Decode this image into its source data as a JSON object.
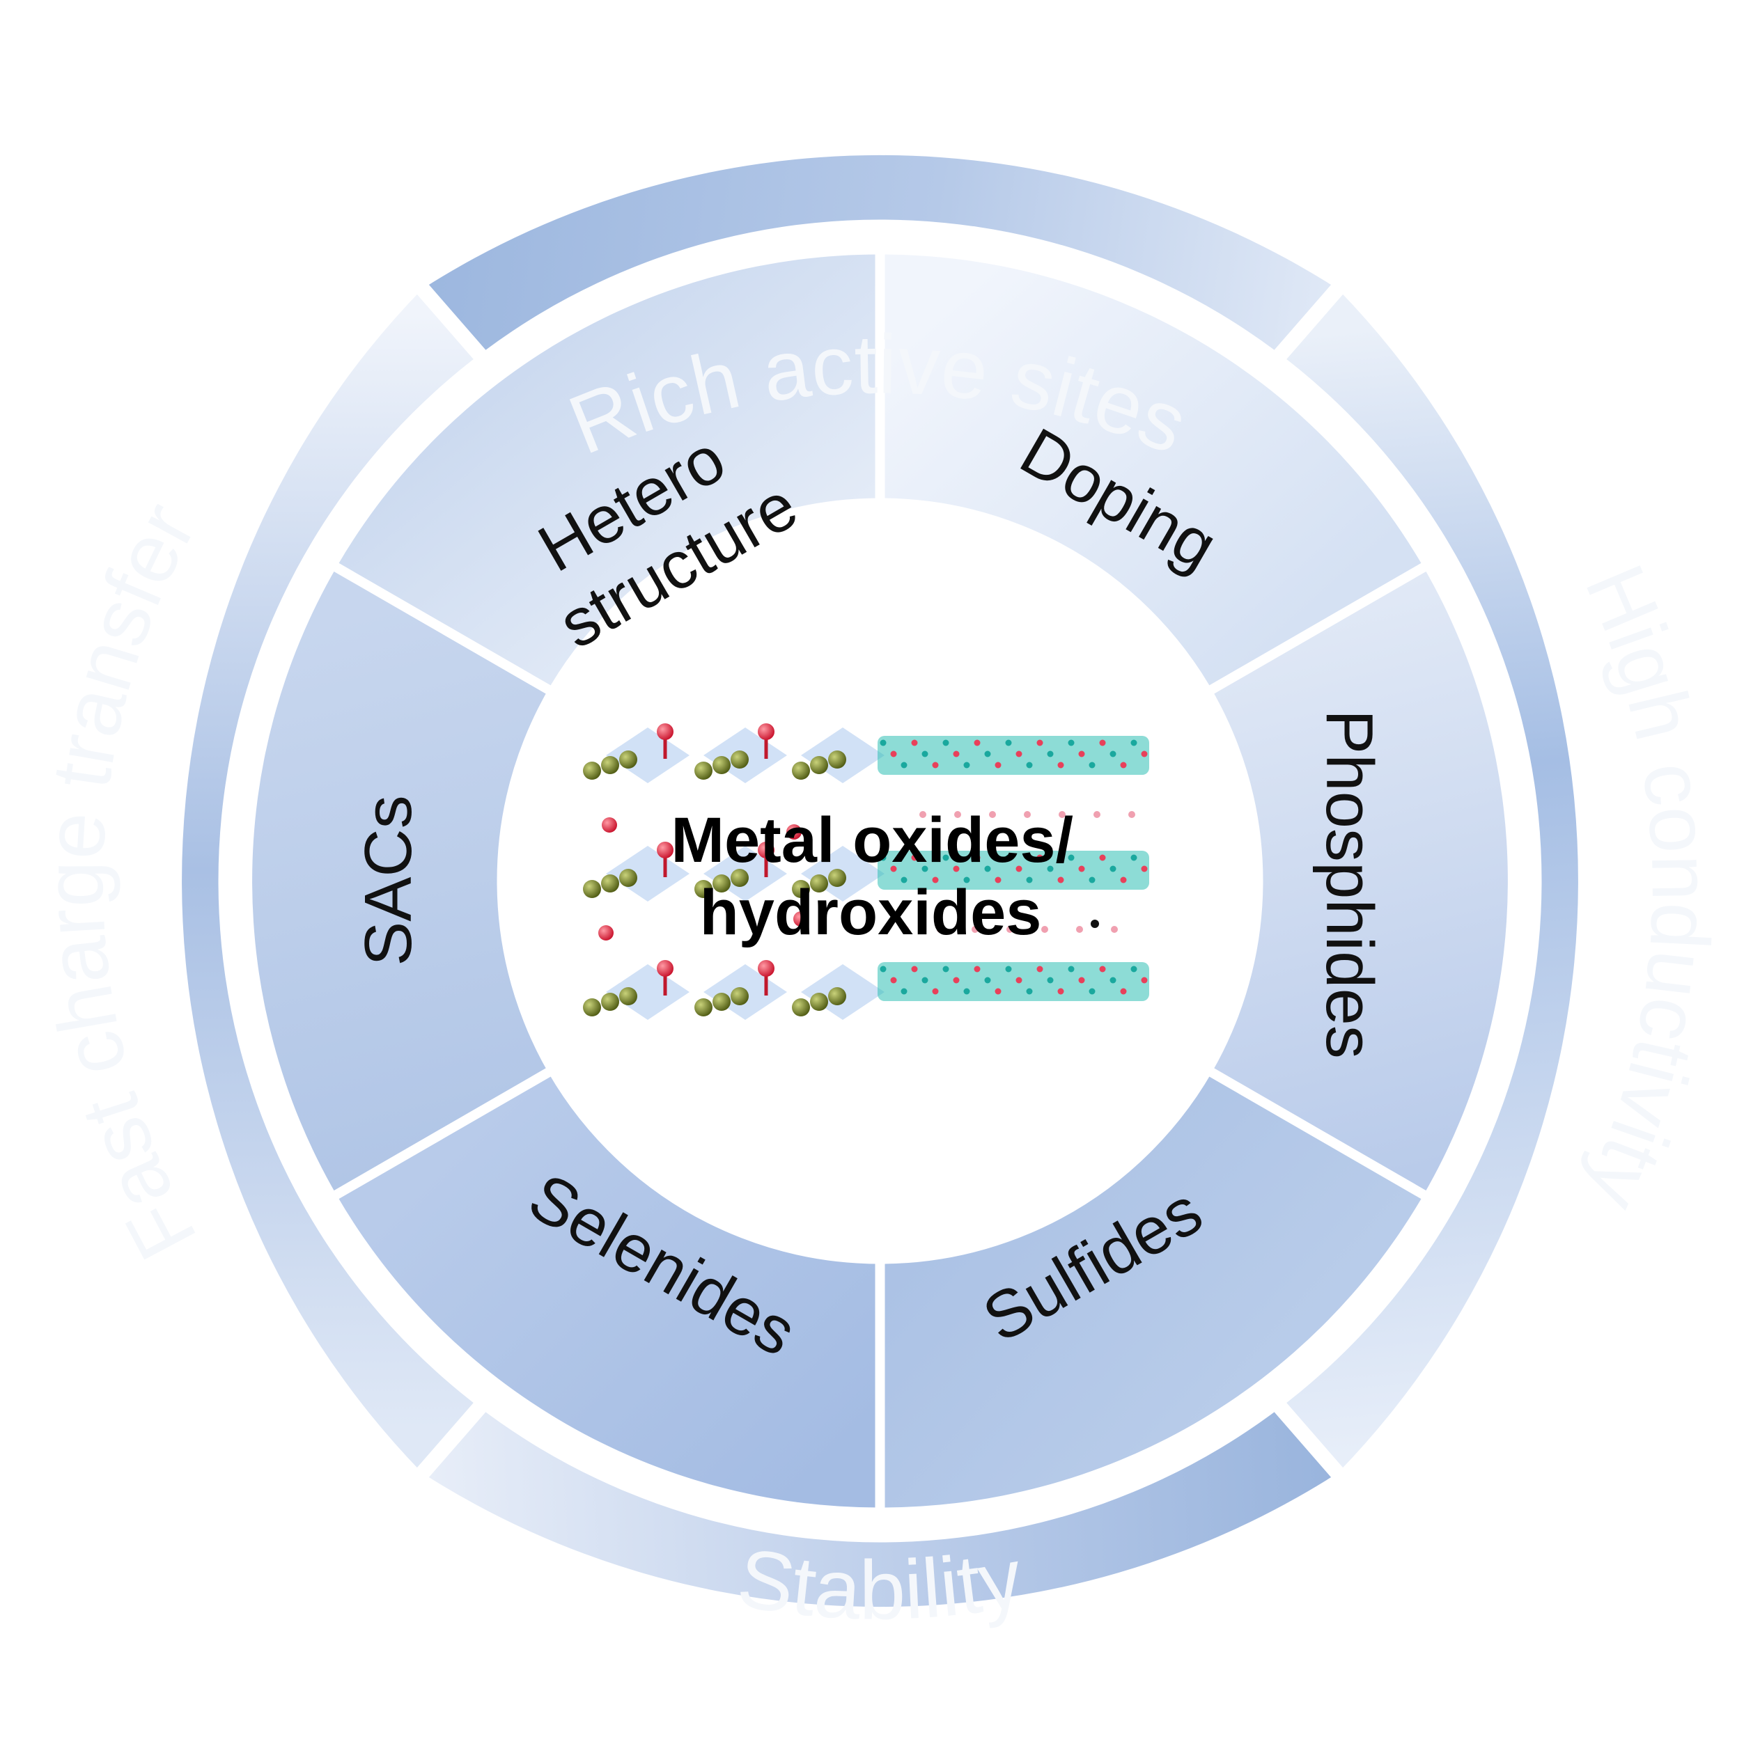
{
  "outer_ring": [
    {
      "id": "rich-active-sites",
      "label": "Rich active sites"
    },
    {
      "id": "high-conductivity",
      "label": "High conductivity"
    },
    {
      "id": "stability",
      "label": "Stability"
    },
    {
      "id": "fast-charge-transfer",
      "label": "Fast charge transfer"
    }
  ],
  "inner_ring": [
    {
      "id": "heterostructure",
      "lines": [
        "Hetero",
        "structure"
      ]
    },
    {
      "id": "doping",
      "lines": [
        "Doping"
      ]
    },
    {
      "id": "phosphides",
      "lines": [
        "Phosphides"
      ]
    },
    {
      "id": "sulfides",
      "lines": [
        "Sulfides"
      ]
    },
    {
      "id": "selenides",
      "lines": [
        "Selenides"
      ]
    },
    {
      "id": "sacs",
      "lines": [
        "SACs"
      ]
    }
  ],
  "center": {
    "line1": "Metal oxides/",
    "line2": "hydroxides"
  },
  "colors": {
    "deep": "#9bb6de",
    "mid": "#c3d3ec",
    "light": "#e9f0fa",
    "white": "#ffffff",
    "oxygen": "#d8283a",
    "metal": "#6a7a22",
    "layer": "#2fc0b4"
  }
}
